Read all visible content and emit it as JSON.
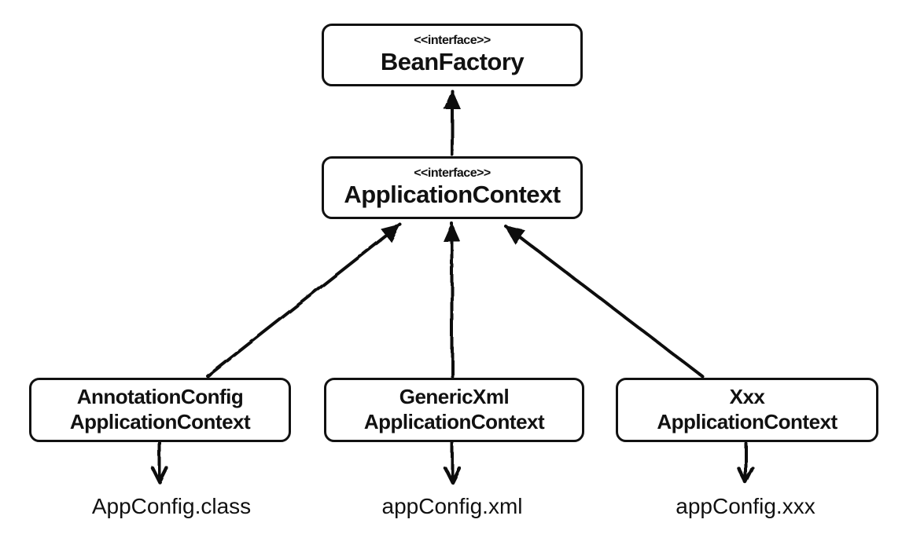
{
  "diagram": {
    "background_color": "#ffffff",
    "line_color": "#111111",
    "nodes": {
      "bean_factory": {
        "stereotype": "<<interface>>",
        "name": "BeanFactory"
      },
      "application_context": {
        "stereotype": "<<interface>>",
        "name": "ApplicationContext"
      },
      "annotation_config": {
        "line1": "AnnotationConfig",
        "line2": "ApplicationContext"
      },
      "generic_xml": {
        "line1": "GenericXml",
        "line2": "ApplicationContext"
      },
      "xxx": {
        "line1": "Xxx",
        "line2": "ApplicationContext"
      }
    },
    "file_labels": {
      "annotation_config_target": "AppConfig.class",
      "generic_xml_target": "appConfig.xml",
      "xxx_target": "appConfig.xxx"
    },
    "edges": [
      {
        "from": "ApplicationContext",
        "to": "BeanFactory",
        "arrowhead": "solid-triangle"
      },
      {
        "from": "AnnotationConfigApplicationContext",
        "to": "ApplicationContext",
        "arrowhead": "solid-triangle"
      },
      {
        "from": "GenericXmlApplicationContext",
        "to": "ApplicationContext",
        "arrowhead": "solid-triangle"
      },
      {
        "from": "XxxApplicationContext",
        "to": "ApplicationContext",
        "arrowhead": "solid-triangle"
      },
      {
        "from": "AnnotationConfigApplicationContext",
        "to": "AppConfig.class",
        "arrowhead": "barb"
      },
      {
        "from": "GenericXmlApplicationContext",
        "to": "appConfig.xml",
        "arrowhead": "barb"
      },
      {
        "from": "XxxApplicationContext",
        "to": "appConfig.xxx",
        "arrowhead": "barb"
      }
    ]
  }
}
